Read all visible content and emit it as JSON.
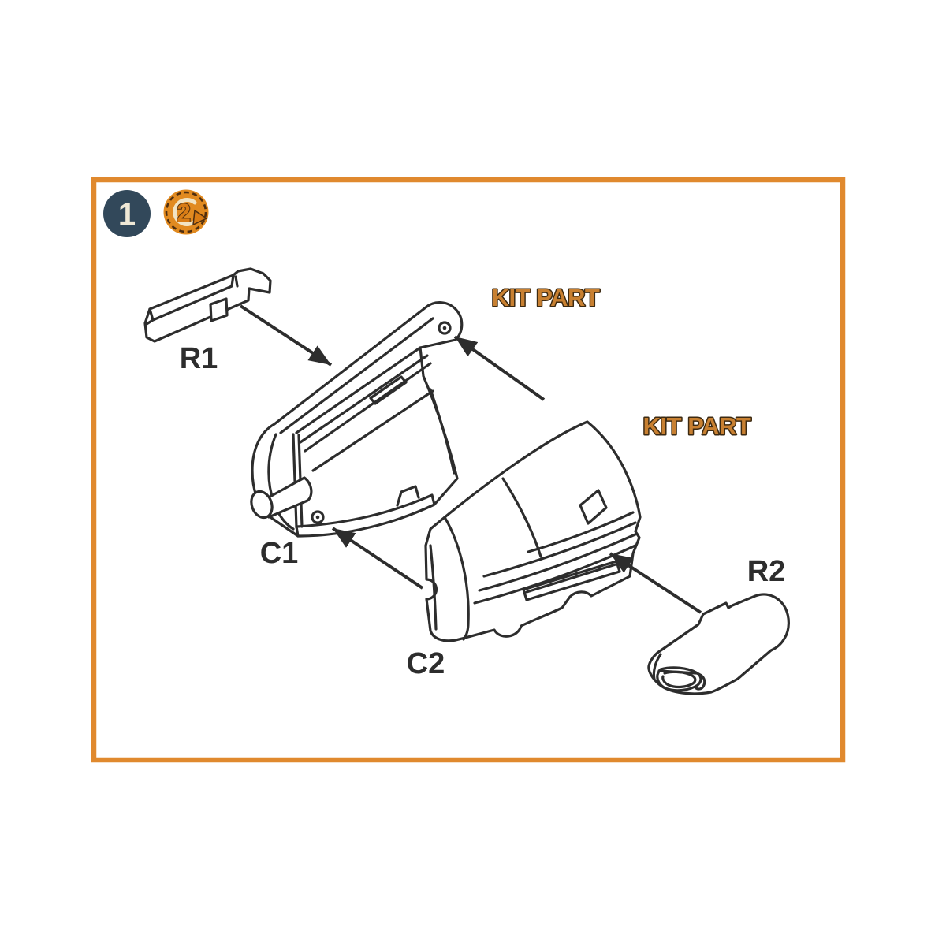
{
  "page": {
    "background": "#ffffff"
  },
  "frame": {
    "color": "#E0892E"
  },
  "artwork": {
    "line_color": "#2d2d2d"
  },
  "badges": {
    "step1": {
      "number": "1",
      "bg": "#32485A",
      "fg": "#EFE8D6"
    },
    "step2": {
      "number": "2",
      "bg": "#E18A20",
      "outline": "#4F2E0F",
      "arrow_color": "#F2E4C4",
      "number_color": "#D97C15"
    }
  },
  "labels": {
    "r1": "R1",
    "c1": "C1",
    "c2": "C2",
    "r2": "R2",
    "color": "#2d2d2d",
    "kit_part_top": "KIT PART",
    "kit_part_right": "KIT PART",
    "kit_part_fill": "#C88031",
    "kit_part_outline": "#3C2A12"
  }
}
